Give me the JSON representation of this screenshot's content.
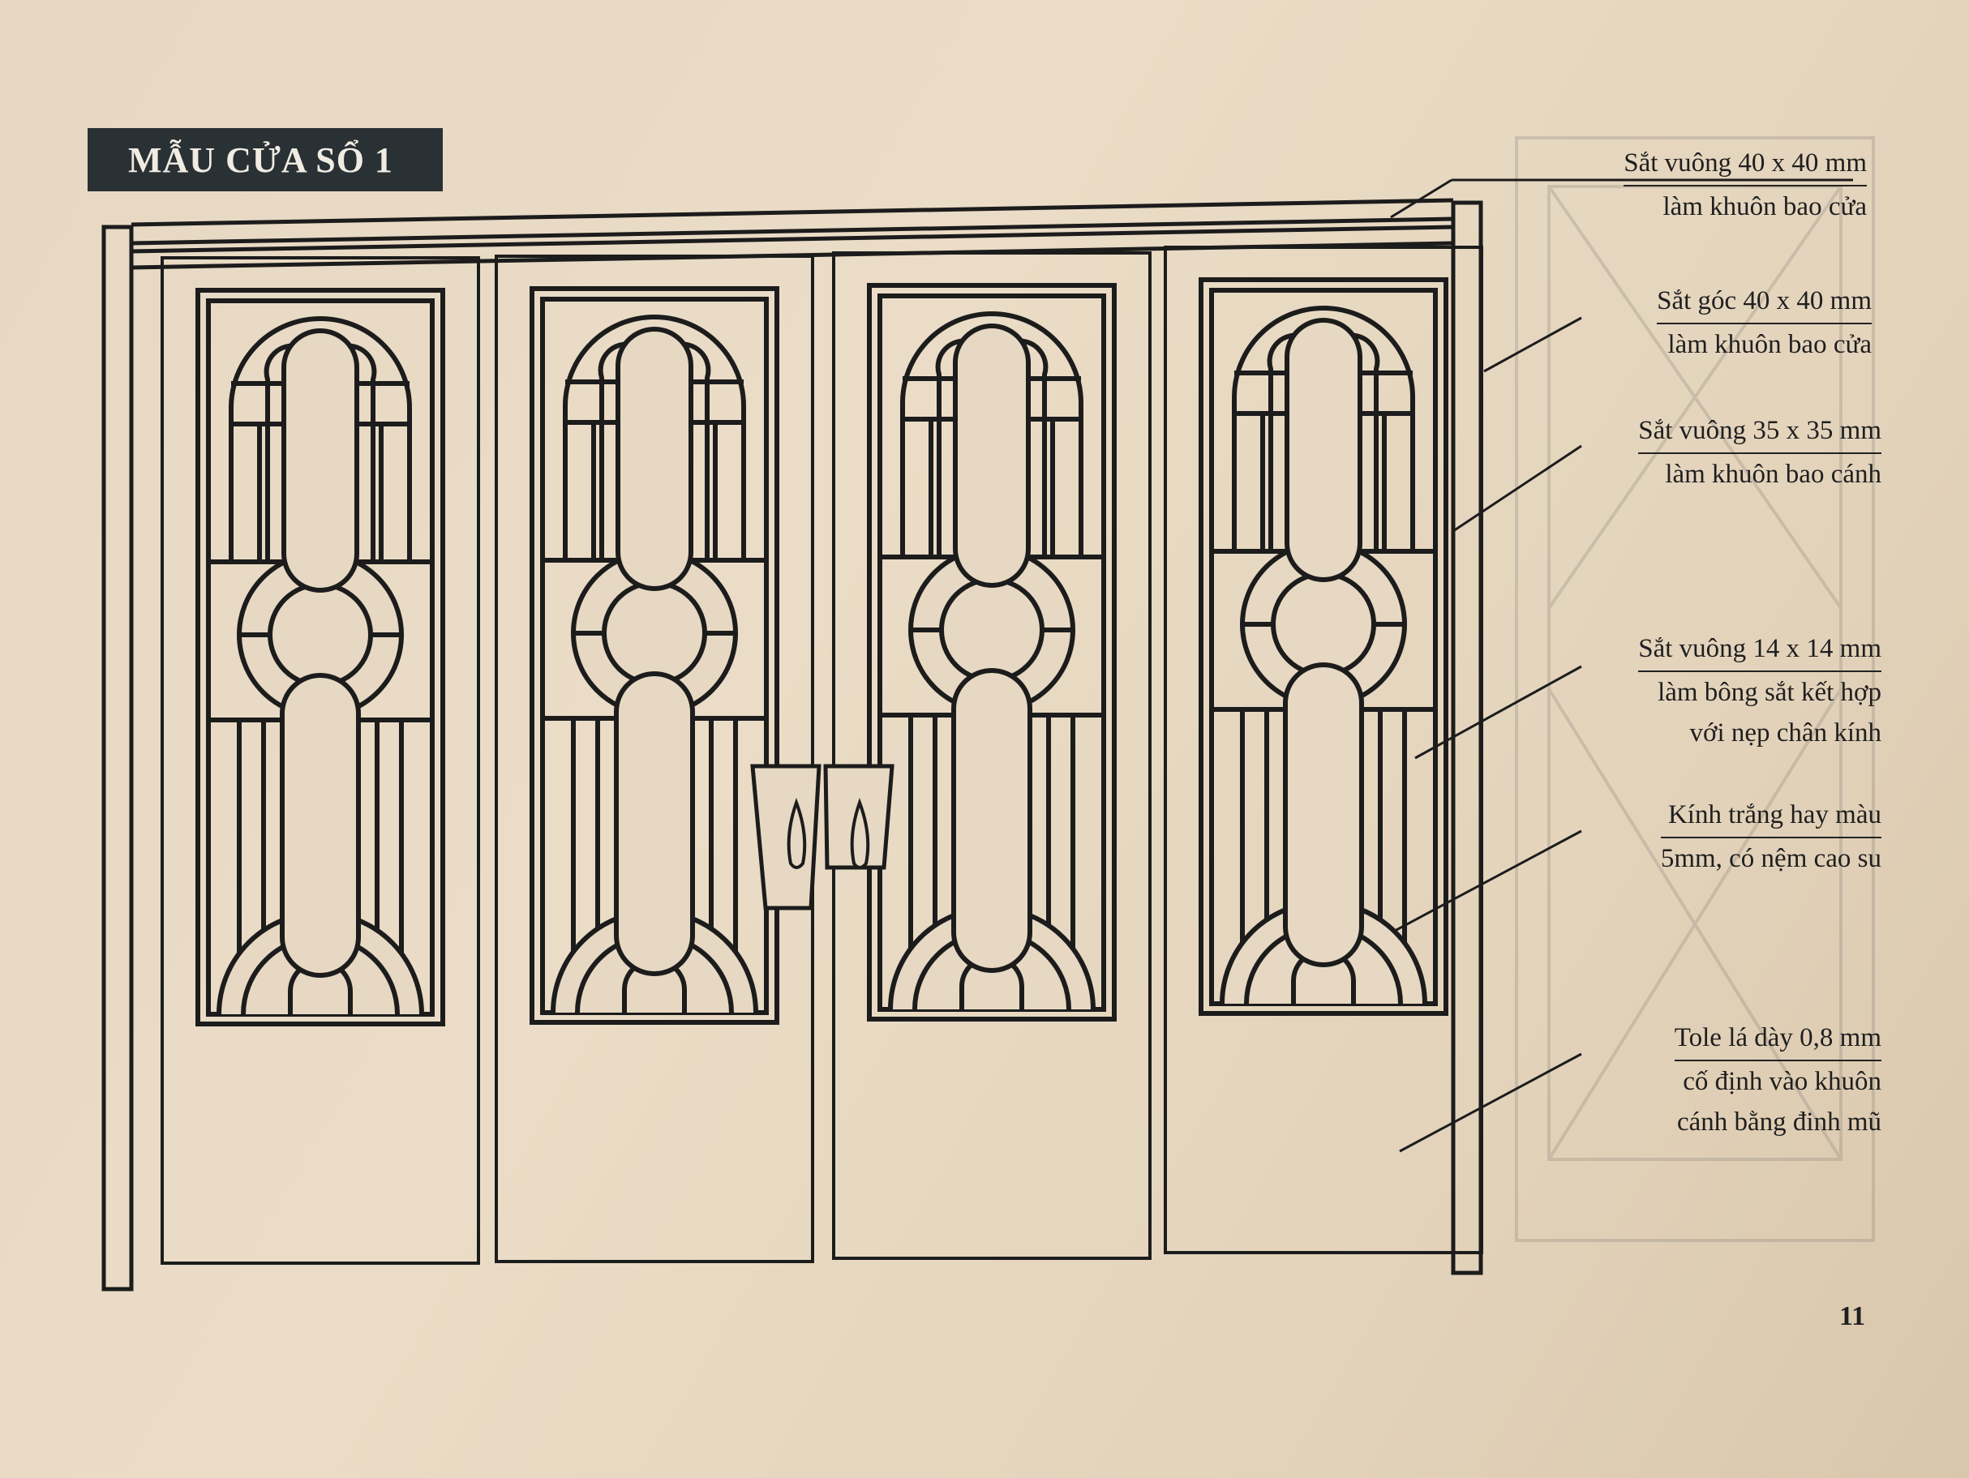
{
  "title": "MẪU CỬA SỔ 1",
  "labels": [
    {
      "line1": "Sắt vuông 40 x 40 mm",
      "line2": "làm khuôn bao cửa"
    },
    {
      "line1": "Sắt góc 40 x 40 mm",
      "line2": "làm khuôn bao cửa"
    },
    {
      "line1": "Sắt vuông 35 x 35 mm",
      "line2": "làm khuôn bao cánh"
    },
    {
      "line1": "Sắt vuông 14 x 14 mm",
      "line2": "làm bông sắt kết hợp",
      "line3": "với nẹp chân kính"
    },
    {
      "line1": "Kính trắng hay màu",
      "line2": "5mm, có nệm cao su"
    },
    {
      "line1": "Tole lá dày 0,8 mm",
      "line2": "cố định vào khuôn",
      "line3": "cánh bằng đinh mũ"
    }
  ],
  "page_number": "11",
  "colors": {
    "paper": "#e6d8c2",
    "ink": "#1c1c1c",
    "title_bg": "#2a3135"
  }
}
